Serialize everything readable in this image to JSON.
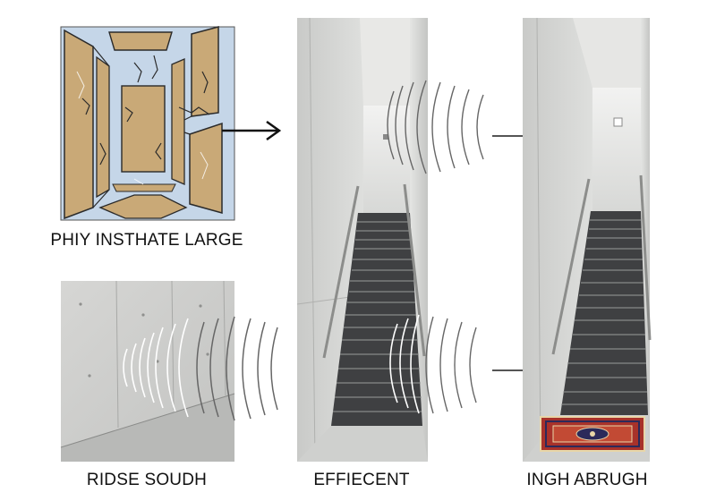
{
  "captions": {
    "top_left": "PHIY INSTHATE LARGE",
    "bottom_left": "RIDSE SOUDH",
    "middle": "EFFIECENT",
    "right": "INGH ABRUGH"
  },
  "colors": {
    "panel_cardboard": "#c9a977",
    "panel_blue": "#c5d6e8",
    "concrete_light": "#dcdcda",
    "concrete_dark": "#b9bab8",
    "stair": "#3f4042",
    "rug_red": "#a8322a"
  },
  "icons": [
    "right-arrow-icon",
    "sound-wave-icon",
    "handrail",
    "rug"
  ]
}
